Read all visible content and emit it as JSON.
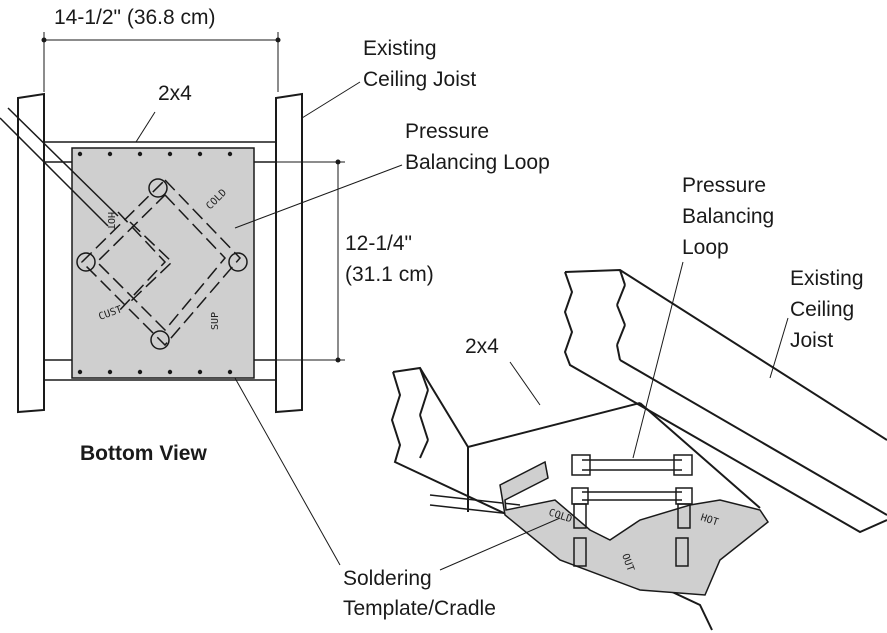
{
  "dimensions": {
    "width": "14-1/2\" (36.8 cm)",
    "height_line1": "12-1/4\"",
    "height_line2": "(31.1 cm)"
  },
  "bottom_view": {
    "title": "Bottom View",
    "joist_line1": "Existing",
    "joist_line2": "Ceiling Joist",
    "brace": "2x4",
    "loop_line1": "Pressure",
    "loop_line2": "Balancing Loop",
    "stamps": [
      "HOT",
      "COLD",
      "CUST",
      "SUP"
    ]
  },
  "perspective_view": {
    "loop_line1": "Pressure",
    "loop_line2": "Balancing",
    "loop_line3": "Loop",
    "joist_line1": "Existing",
    "joist_line2": "Ceiling",
    "joist_line3": "Joist",
    "brace": "2x4",
    "stamps": [
      "COLD",
      "HOT",
      "OUT"
    ]
  },
  "template": {
    "line1": "Soldering",
    "line2": "Template/Cradle"
  },
  "colors": {
    "plate": "#cfcfcf",
    "line": "#1a1a1a",
    "background": "#ffffff"
  }
}
